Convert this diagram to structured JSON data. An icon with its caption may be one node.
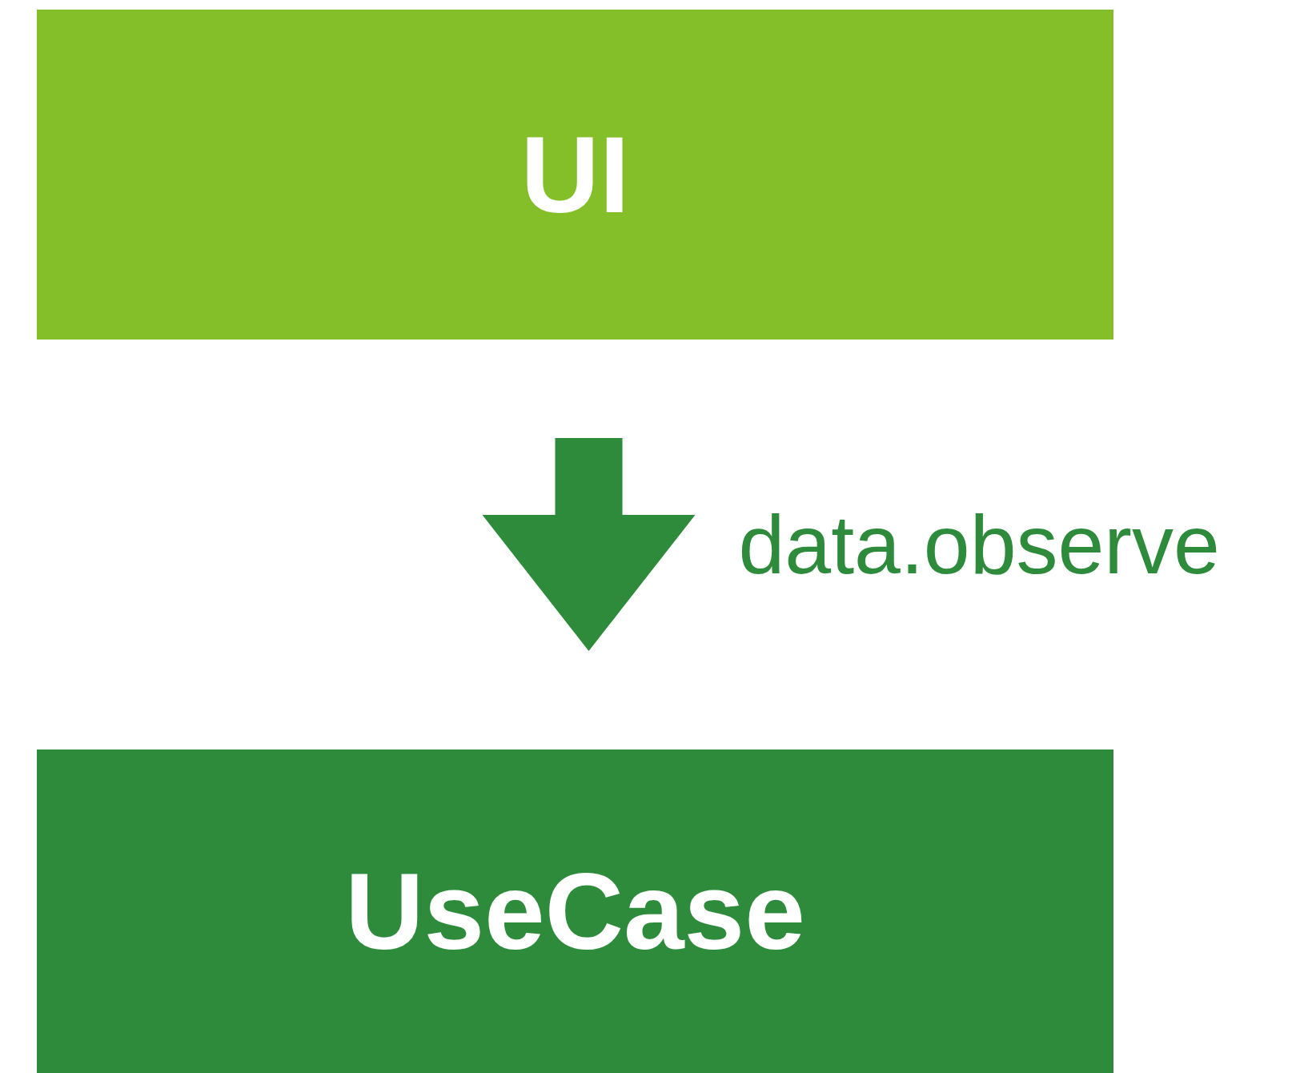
{
  "diagram": {
    "nodes": [
      {
        "text": [
          "UI"
        ]
      },
      {
        "text": [
          "UseCase"
        ]
      }
    ],
    "edges": [
      {
        "from": 0,
        "to": 1,
        "arrow": "to",
        "label": "data.observe"
      }
    ]
  }
}
